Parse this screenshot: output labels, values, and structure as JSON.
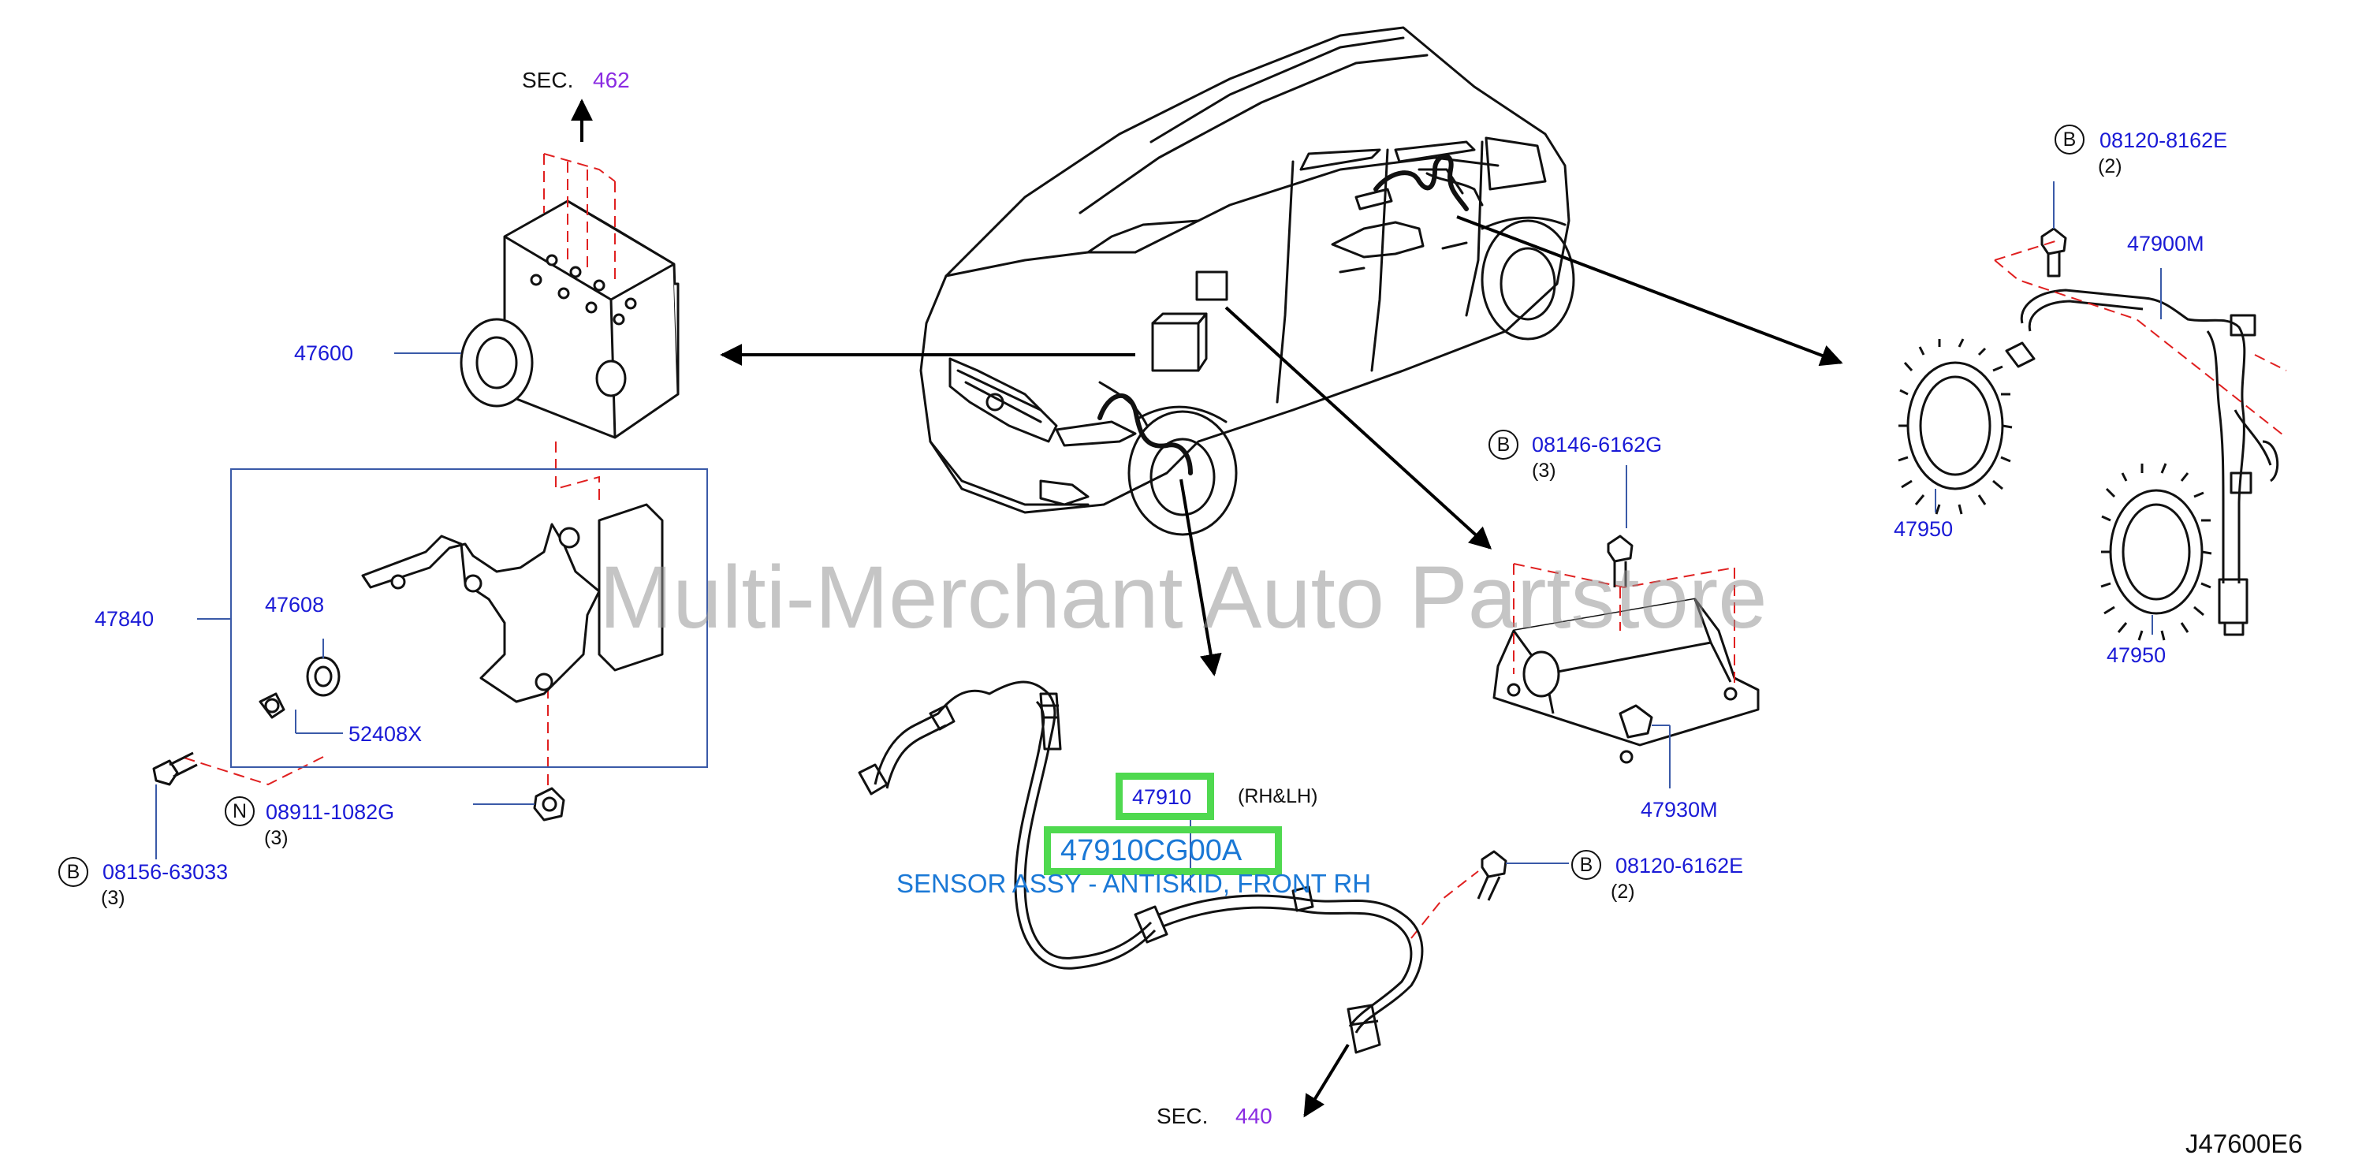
{
  "watermark": "Multi-Merchant Auto Partstore",
  "diagram_id": "J47600E6",
  "sections": {
    "top": {
      "prefix": "SEC.",
      "number": "462"
    },
    "bottom": {
      "prefix": "SEC.",
      "number": "440"
    }
  },
  "parts": {
    "abs_actuator": "47600",
    "bracket_assy": "47840",
    "bushing": "47608",
    "collar": "52408X",
    "nut": {
      "callout": "N",
      "part": "08911-1082G",
      "qty": "(3)"
    },
    "bolt_left": {
      "callout": "B",
      "part": "08156-63033",
      "qty": "(3)"
    },
    "bolt_module": {
      "callout": "B",
      "part": "08146-6162G",
      "qty": "(3)"
    },
    "control_module": "47930M",
    "bolt_rear": {
      "callout": "B",
      "part": "08120-8162E",
      "qty": "(2)"
    },
    "rear_harness": "47900M",
    "rotor_upper": "47950",
    "rotor_lower": "47950",
    "front_sensor": {
      "part": "47910",
      "side": "(RH&LH)",
      "oem": "47910CG00A",
      "desc": "SENSOR ASSY - ANTISKID, FRONT RH"
    },
    "bolt_front": {
      "callout": "B",
      "part": "08120-6162E",
      "qty": "(2)"
    }
  }
}
